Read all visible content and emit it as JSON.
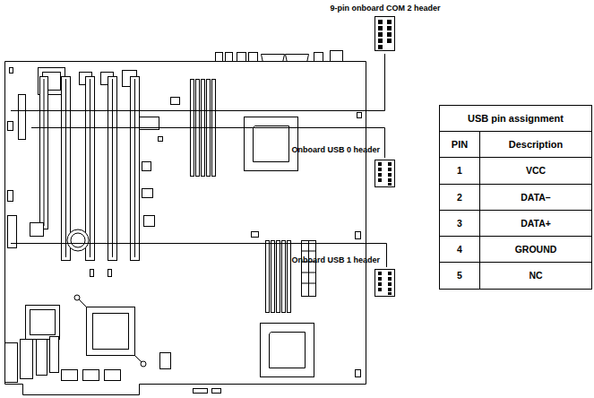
{
  "diagram": {
    "labels": [
      "9-pin onboard COM 2 header",
      "Onboard USB 0 header",
      "Onboard USB 1 header",
      "USB pin assignment",
      "PIN",
      "Description",
      "1",
      "VCC",
      "2",
      "DATA–",
      "3",
      "DATA+",
      "4",
      "GROUND",
      "5",
      "NC"
    ]
  }
}
